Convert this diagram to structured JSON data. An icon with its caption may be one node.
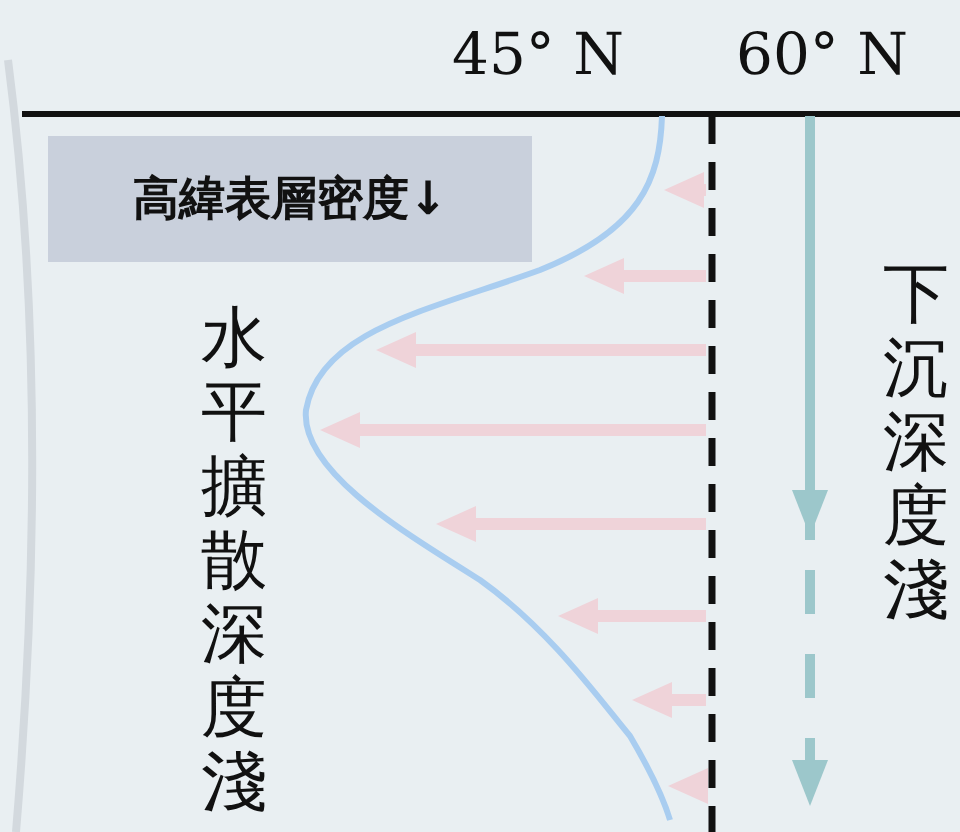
{
  "diagram": {
    "nodes": [
      {
        "text": [
          "高緯表層密度↓"
        ]
      }
    ],
    "labels": [
      "45° N",
      "60° N",
      "水平擴散深度淺",
      "下沉深度淺"
    ]
  }
}
